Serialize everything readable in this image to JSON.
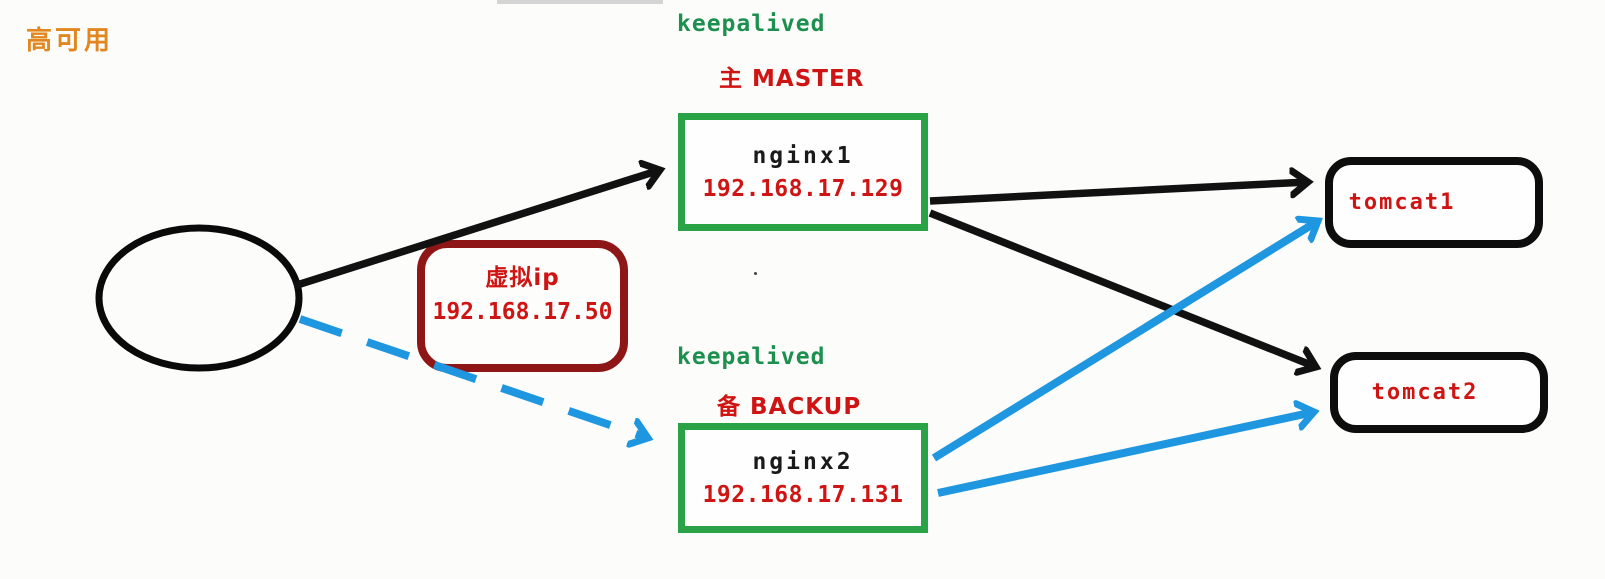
{
  "page_title": "高可用",
  "diagram": {
    "client_node": {
      "shape": "ellipse",
      "label": ""
    },
    "vip_box": {
      "title": "虚拟ip",
      "ip": "192.168.17.50"
    },
    "nginx1": {
      "service_label": "keepalived",
      "role_label": "主 MASTER",
      "name": "nginx1",
      "ip": "192.168.17.129"
    },
    "nginx2": {
      "service_label": "keepalived",
      "role_label": "备 BACKUP",
      "name": "nginx2",
      "ip": "192.168.17.131"
    },
    "tomcat1": {
      "name": "tomcat1"
    },
    "tomcat2": {
      "name": "tomcat2"
    },
    "edges": [
      {
        "from": "client",
        "to": "nginx1",
        "color": "black",
        "style": "solid"
      },
      {
        "from": "client",
        "to": "nginx2",
        "color": "blue",
        "style": "dashed"
      },
      {
        "from": "nginx1",
        "to": "tomcat1",
        "color": "black",
        "style": "solid"
      },
      {
        "from": "nginx1",
        "to": "tomcat2",
        "color": "black",
        "style": "solid"
      },
      {
        "from": "nginx2",
        "to": "tomcat1",
        "color": "blue",
        "style": "solid"
      },
      {
        "from": "nginx2",
        "to": "tomcat2",
        "color": "blue",
        "style": "solid"
      }
    ]
  },
  "colors": {
    "title_orange": "#e2871f",
    "keepalived_green": "#1d8f4e",
    "text_red": "#cf1414",
    "nginx_border_green": "#2aa347",
    "vip_border_dark_red": "#8f1616",
    "tomcat_border_black": "#0d0d0d",
    "arrow_black": "#111111",
    "arrow_blue": "#1e96e0"
  }
}
